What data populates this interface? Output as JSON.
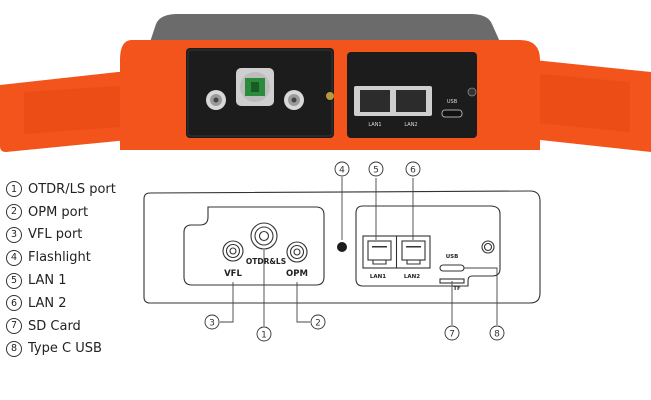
{
  "legend": [
    {
      "num": "1",
      "label": "OTDR/LS port"
    },
    {
      "num": "2",
      "label": "OPM port"
    },
    {
      "num": "3",
      "label": "VFL port"
    },
    {
      "num": "4",
      "label": "Flashlight"
    },
    {
      "num": "5",
      "label": "LAN 1"
    },
    {
      "num": "6",
      "label": "LAN 2"
    },
    {
      "num": "7",
      "label": "SD Card"
    },
    {
      "num": "8",
      "label": "Type C USB"
    }
  ],
  "drawing_labels": {
    "vfl": "VFL",
    "otdr_ls": "OTDR&LS",
    "opm": "OPM",
    "lan1": "LAN1",
    "lan2": "LAN2",
    "usb": "USB",
    "tf": "TF"
  },
  "callouts": {
    "c1": "1",
    "c2": "2",
    "c3": "3",
    "c4": "4",
    "c5": "5",
    "c6": "6",
    "c7": "7",
    "c8": "8"
  },
  "photo_labels": {
    "lan1": "LAN1",
    "lan2": "LAN2",
    "usb": "USB"
  },
  "colors": {
    "housing_orange": "#f2541b",
    "panel_black": "#1c1c1c",
    "drawing_stroke": "#333333"
  }
}
